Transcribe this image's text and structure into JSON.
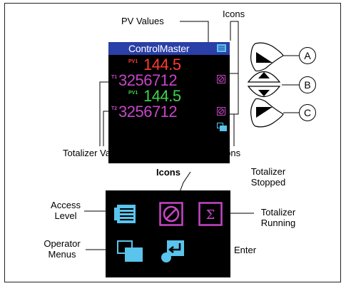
{
  "labels": {
    "pv_values": "PV Values",
    "icons_top": "Icons",
    "icons_bottom": "Icons",
    "totalizer_values": "Totalizer Values",
    "icons_section_title": "Icons"
  },
  "display": {
    "title": "ControlMaster",
    "pv1_tag": "PV1",
    "pv1_value": "144.5",
    "t1_tag": "T1",
    "t1_value": "3256712",
    "pv2_tag": "PV1",
    "pv2_value": "144.5",
    "t2_tag": "T2",
    "t2_value": "3256712"
  },
  "buttons": {
    "a_label": "A",
    "b_label": "B",
    "c_label": "C"
  },
  "icon_legend": {
    "access_level": [
      "Access",
      "Level"
    ],
    "totalizer_stopped": [
      "Totalizer",
      "Stopped"
    ],
    "totalizer_running": [
      "Totalizer",
      "Running"
    ],
    "operator_menus": [
      "Operator",
      "Menus"
    ],
    "enter": "Enter"
  },
  "colors": {
    "title_bar": "#2a3fa8",
    "pv_red": "#ff3b2f",
    "pv_green": "#3cd64a",
    "totalizer_magenta": "#c646c6",
    "icon_cyan": "#59c4ec"
  }
}
